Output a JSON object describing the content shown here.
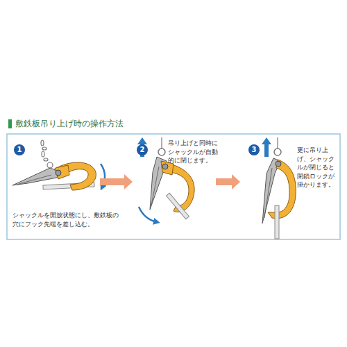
{
  "diagram": {
    "title": "敷鉄板吊り上げ時の操作方法",
    "nodes": [
      {
        "text": [
          "シャックルを開放状態にし、敷鉄板の穴にフック先端を差し込む。"
        ]
      },
      {
        "text": [
          "1"
        ],
        "in": 0
      },
      {
        "text": [
          "吊り上げと同時にシャックルが自動的に閉じます。"
        ]
      },
      {
        "text": [
          "2"
        ],
        "in": 2
      },
      {
        "text": [
          "更に吊り上げ、シャックルが閉じると閉鎖ロックが掛かります。"
        ]
      },
      {
        "text": [
          "3"
        ],
        "in": 4
      }
    ],
    "edges": [
      {
        "from": 0,
        "to": 2,
        "arrow": "to"
      },
      {
        "from": 2,
        "to": 4,
        "arrow": "to"
      }
    ]
  }
}
